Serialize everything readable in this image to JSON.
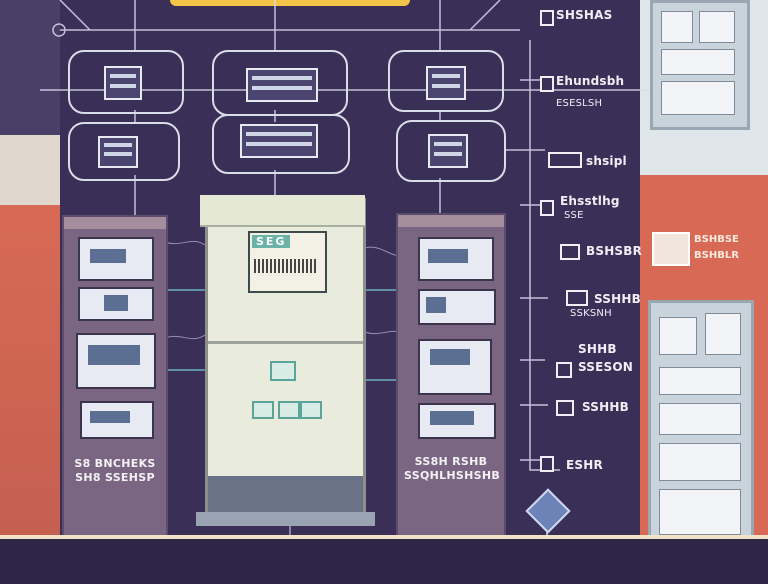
{
  "scene": {
    "left_cabinet_text": [
      "S8 BNCHEKS",
      "SH8 SSEHSP"
    ],
    "right_cabinet_text": [
      "SS8H RSHB",
      "SSQHLHSHSHB"
    ],
    "center_panel_label": "SEG",
    "right_labels": [
      "SHSHAS",
      "Ehundsbh",
      "ESESLSH",
      "shsipl",
      "Ehsstlhg",
      "SSE",
      "BSHSBR",
      "SSHHB",
      "SSKSNH",
      "SHHB",
      "SSESON",
      "SSHHB",
      "ESHR"
    ],
    "sign_text": [
      "BSHBSE",
      "BSHBLR"
    ],
    "colors": {
      "background": "#3a2f57",
      "accent_yellow": "#f3c447",
      "wall_coral": "#d86a55",
      "cabinet": "#7a6583"
    }
  }
}
